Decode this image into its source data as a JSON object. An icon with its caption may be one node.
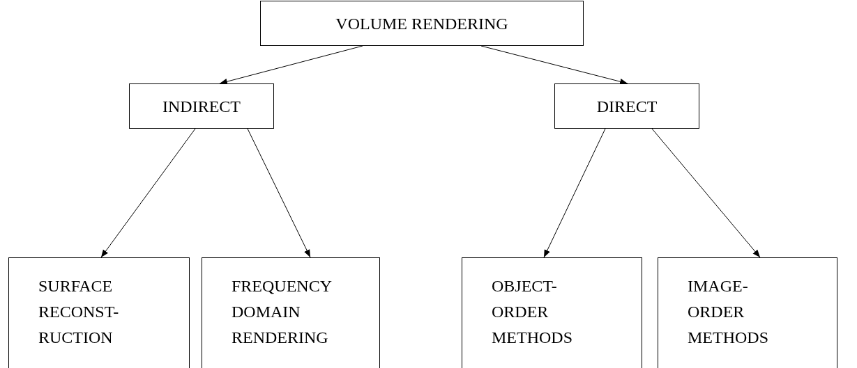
{
  "diagram": {
    "nodes": [
      {
        "text": [
          "VOLUME RENDERING"
        ]
      },
      {
        "text": [
          "INDIRECT"
        ]
      },
      {
        "text": [
          "DIRECT"
        ]
      },
      {
        "text": [
          "SURFACE RECONST- RUCTION"
        ]
      },
      {
        "text": [
          "FREQUENCY DOMAIN RENDERING"
        ]
      },
      {
        "text": [
          "OBJECT- ORDER METHODS"
        ]
      },
      {
        "text": [
          "IMAGE- ORDER METHODS"
        ]
      }
    ],
    "edges": [
      {
        "from": 0,
        "to": 1,
        "arrow": "to"
      },
      {
        "from": 0,
        "to": 2,
        "arrow": "to"
      },
      {
        "from": 1,
        "to": 3,
        "arrow": "to"
      },
      {
        "from": 1,
        "to": 4,
        "arrow": "to"
      },
      {
        "from": 2,
        "to": 5,
        "arrow": "to"
      },
      {
        "from": 2,
        "to": 6,
        "arrow": "to"
      }
    ]
  }
}
